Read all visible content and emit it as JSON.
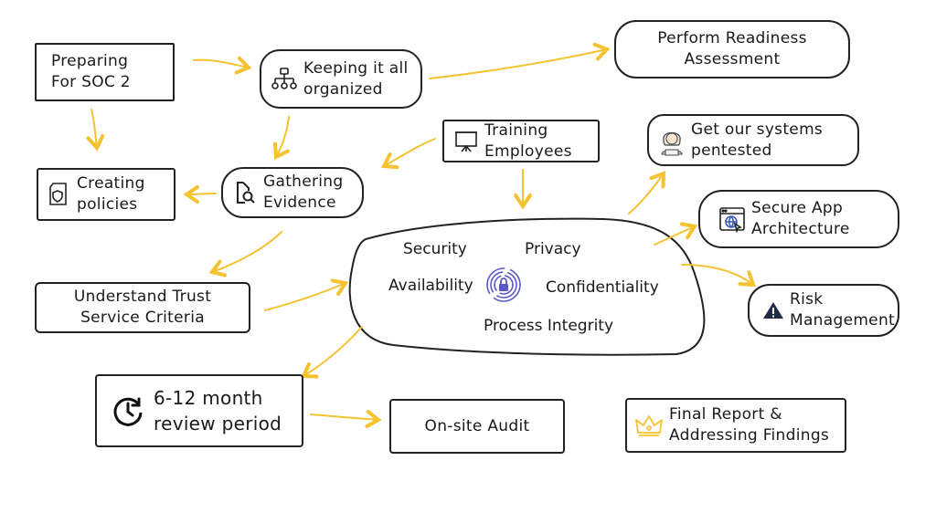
{
  "colors": {
    "arrow": "#F5C230",
    "stroke": "#222222",
    "hub_icon": "#5b58c9"
  },
  "nodes": {
    "preparing": "Preparing\nFor SOC 2",
    "organized": "Keeping it all\norganized",
    "readiness": "Perform Readiness\nAssessment",
    "training": "Training\nEmployees",
    "pentest": "Get our systems\npentested",
    "policies": "Creating\npolicies",
    "evidence": "Gathering\nEvidence",
    "secure_app": "Secure App\nArchitecture",
    "trust": "Understand Trust\nService Criteria",
    "risk": "Risk\nManagement",
    "review": "6-12 month\nreview period",
    "audit": "On-site Audit",
    "final": "Final Report &\nAddressing Findings"
  },
  "criteria": {
    "security": "Security",
    "privacy": "Privacy",
    "availability": "Availability",
    "confidentiality": "Confidentiality",
    "process_integrity": "Process Integrity"
  },
  "icons": {
    "organized": "org-chart-icon",
    "training": "presentation-board-icon",
    "pentest": "pentester-avatar-icon",
    "policies": "shield-document-icon",
    "evidence": "document-search-icon",
    "secure_app": "browser-cursor-icon",
    "risk": "warning-triangle-icon",
    "review": "clock-icon",
    "final": "crown-icon",
    "hub": "fingerprint-lock-icon"
  }
}
